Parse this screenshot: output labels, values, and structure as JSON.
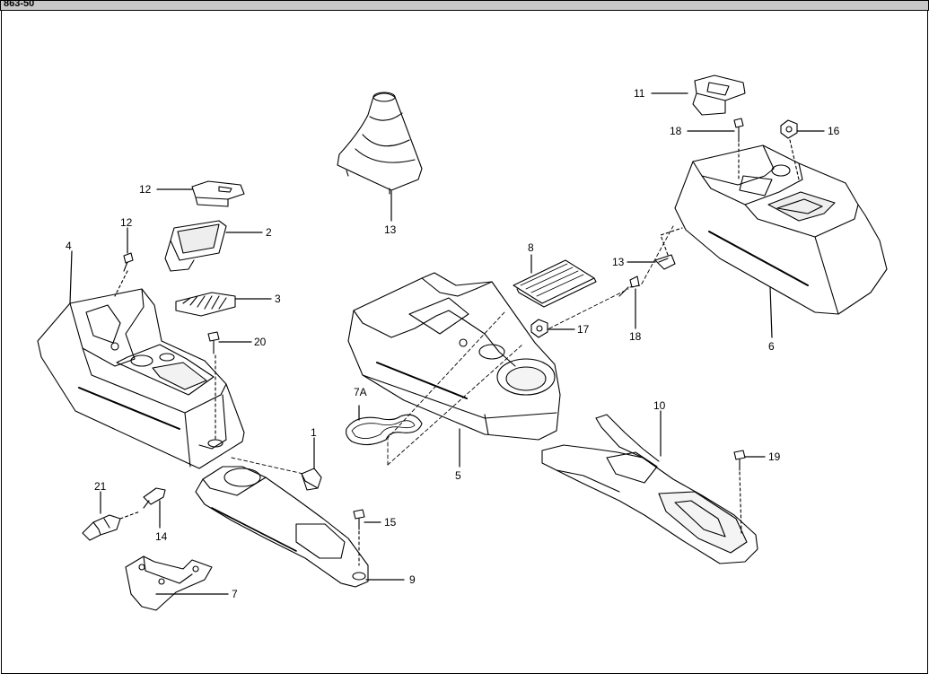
{
  "header": {
    "title": "863-50"
  },
  "callouts": [
    {
      "id": "c1",
      "text": "1"
    },
    {
      "id": "c2",
      "text": "2"
    },
    {
      "id": "c3",
      "text": "3"
    },
    {
      "id": "c4",
      "text": "4"
    },
    {
      "id": "c5",
      "text": "5"
    },
    {
      "id": "c6",
      "text": "6"
    },
    {
      "id": "c7",
      "text": "7"
    },
    {
      "id": "c7a",
      "text": "7A"
    },
    {
      "id": "c8",
      "text": "8"
    },
    {
      "id": "c9",
      "text": "9"
    },
    {
      "id": "c10",
      "text": "10"
    },
    {
      "id": "c11",
      "text": "11"
    },
    {
      "id": "c12",
      "text": "12"
    },
    {
      "id": "c13",
      "text": "13"
    },
    {
      "id": "c14",
      "text": "14"
    },
    {
      "id": "c15",
      "text": "15"
    },
    {
      "id": "c16",
      "text": "16"
    },
    {
      "id": "c17",
      "text": "17"
    },
    {
      "id": "c18a",
      "text": "18"
    },
    {
      "id": "c18b",
      "text": "18"
    },
    {
      "id": "c19a",
      "text": "19"
    },
    {
      "id": "c19b",
      "text": "19"
    },
    {
      "id": "c19c",
      "text": "19"
    },
    {
      "id": "c20",
      "text": "20"
    },
    {
      "id": "c21",
      "text": "21"
    }
  ]
}
